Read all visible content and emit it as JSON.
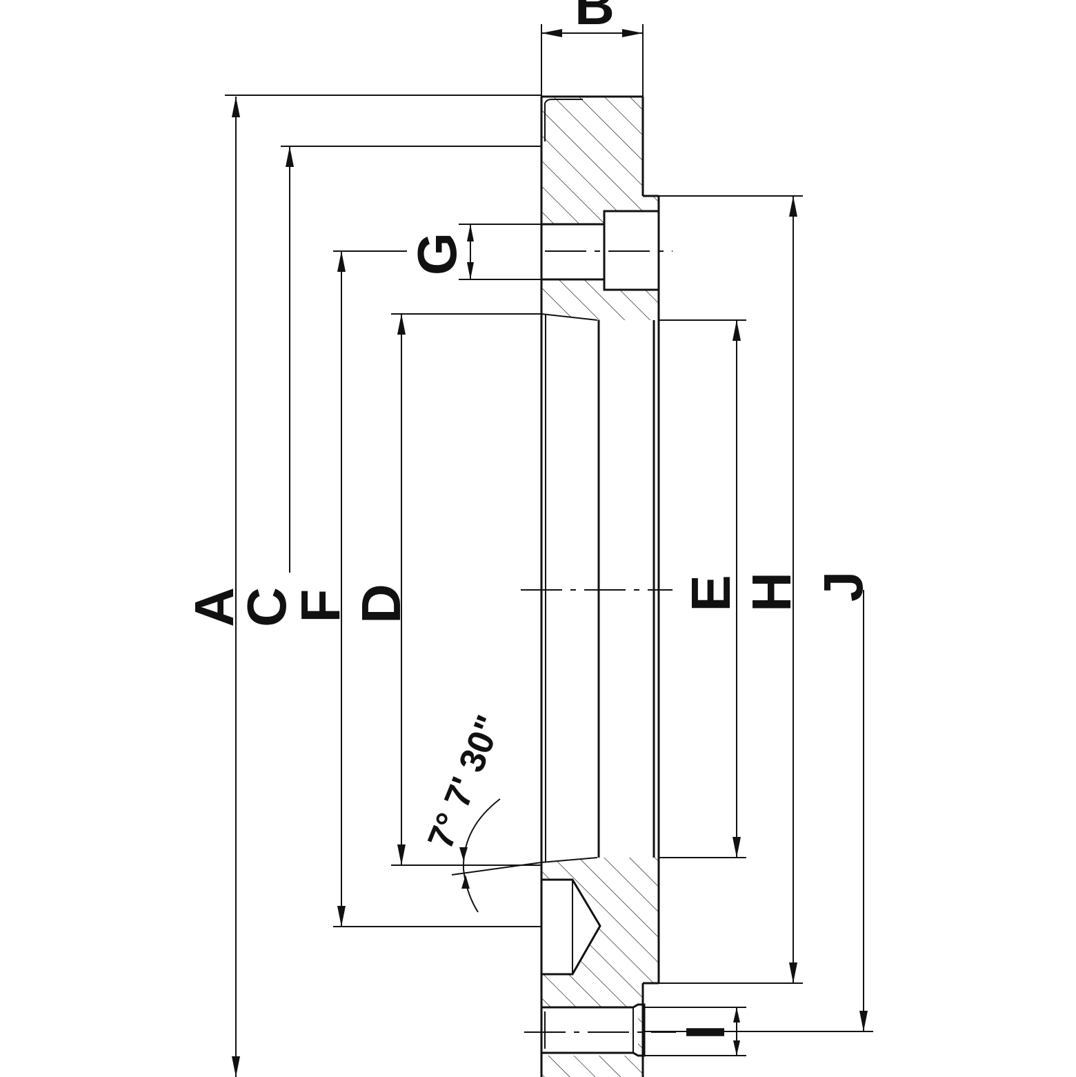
{
  "drawing": {
    "dimension_labels": {
      "A": "A",
      "B": "B",
      "C": "C",
      "D": "D",
      "E": "E",
      "F": "F",
      "G": "G",
      "H": "H",
      "I": "I",
      "J": "J"
    },
    "taper_angle": "7° 7' 30\"",
    "colors": {
      "line": "#111111",
      "background": "#ffffff"
    }
  }
}
